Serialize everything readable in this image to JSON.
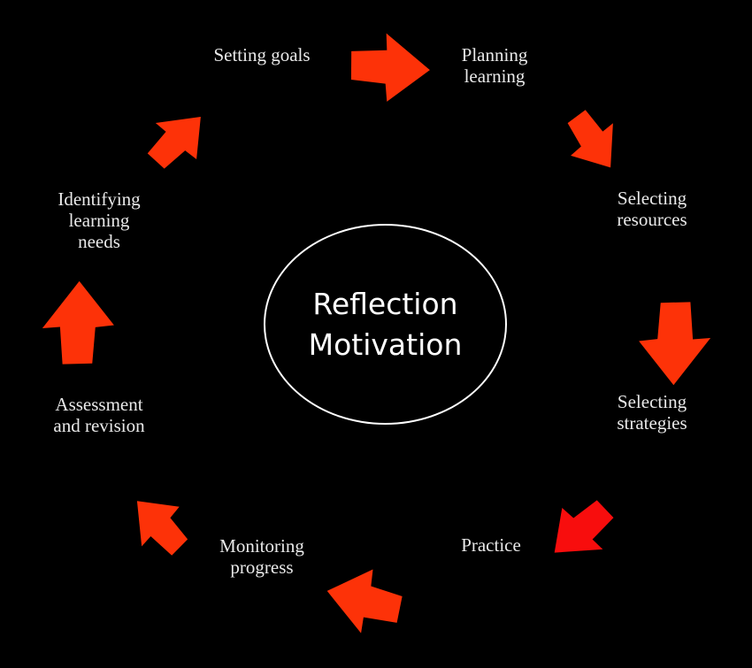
{
  "center": {
    "line1": "Reflection",
    "line2": "Motivation"
  },
  "stages": [
    {
      "id": "setting-goals",
      "label": "Setting goals"
    },
    {
      "id": "planning-learning",
      "label": "Planning learning"
    },
    {
      "id": "selecting-resources",
      "label": "Selecting resources"
    },
    {
      "id": "selecting-strategies",
      "label": "Selecting strategies"
    },
    {
      "id": "practice",
      "label": "Practice"
    },
    {
      "id": "monitoring-progress",
      "label": "Monitoring progress"
    },
    {
      "id": "assessment-and-revision",
      "label": "Assessment and revision"
    },
    {
      "id": "identifying-learning-needs",
      "label": "Identifying learning needs"
    }
  ],
  "arrows": [
    {
      "name": "arrow-setting-goals-to-planning-learning",
      "direction": "east",
      "color": "#fd3208"
    },
    {
      "name": "arrow-planning-learning-to-selecting-resources",
      "direction": "southeast",
      "color": "#fd3208"
    },
    {
      "name": "arrow-selecting-resources-to-selecting-strategies",
      "direction": "south",
      "color": "#fd3208"
    },
    {
      "name": "arrow-selecting-strategies-to-practice",
      "direction": "southwest",
      "color": "#f80d0d"
    },
    {
      "name": "arrow-practice-to-monitoring-progress",
      "direction": "west",
      "color": "#fd3208"
    },
    {
      "name": "arrow-monitoring-progress-to-assessment-and-revision",
      "direction": "northwest",
      "color": "#fd3208"
    },
    {
      "name": "arrow-assessment-and-revision-to-identifying-learning-needs",
      "direction": "north",
      "color": "#fd3208"
    },
    {
      "name": "arrow-identifying-learning-needs-to-setting-goals",
      "direction": "northeast",
      "color": "#fd3208"
    }
  ],
  "colors": {
    "background": "#000000",
    "arrow_primary": "#fd3208",
    "arrow_alternate": "#f80d0d",
    "label_text": "#e9e9e9",
    "center_text": "#ffffff",
    "ellipse_stroke": "#ffffff"
  }
}
